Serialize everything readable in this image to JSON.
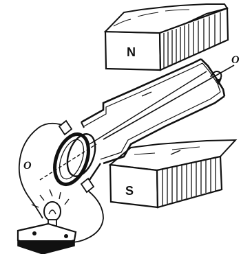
{
  "diagram": {
    "labels": {
      "north_pole": "N",
      "south_pole": "S",
      "axis_right": "O",
      "axis_left": "O"
    },
    "colors": {
      "ink": "#111111",
      "background": "#ffffff"
    },
    "icons": {
      "bulb": "light-bulb-icon",
      "rotation": "rotation-arrow-icon"
    }
  }
}
